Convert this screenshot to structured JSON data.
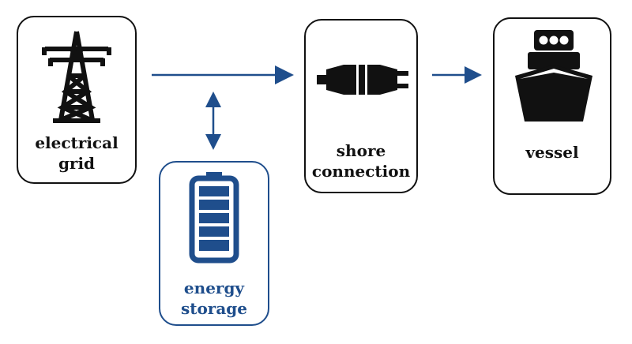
{
  "nodes": {
    "grid": {
      "line1": "electrical",
      "line2": "grid",
      "icon": "power-pylon-icon"
    },
    "storage": {
      "line1": "energy",
      "line2": "storage",
      "icon": "battery-icon"
    },
    "shore": {
      "line1": "shore",
      "line2": "connection",
      "icon": "plug-socket-icon"
    },
    "vessel": {
      "line1": "vessel",
      "icon": "ship-icon"
    }
  },
  "colors": {
    "accent": "#1f4e8c",
    "outline": "#111111"
  },
  "edges": [
    {
      "from": "grid",
      "to": "shore",
      "direction": "one-way"
    },
    {
      "from": "grid",
      "to": "storage",
      "direction": "two-way"
    },
    {
      "from": "shore",
      "to": "vessel",
      "direction": "one-way"
    }
  ]
}
